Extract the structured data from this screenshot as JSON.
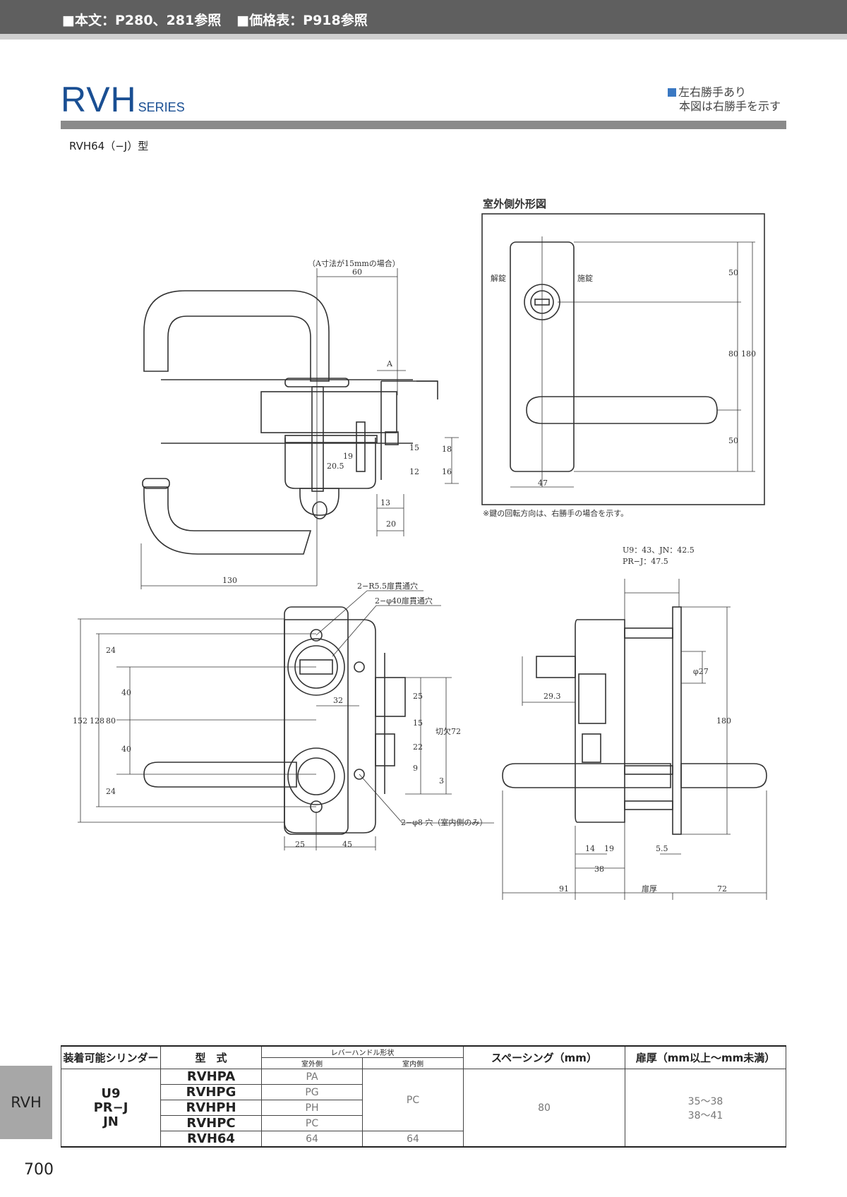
{
  "header": {
    "ref_text": "■本文：P280、281参照",
    "price_text": "■価格表：P918参照"
  },
  "series": {
    "name": "RVH",
    "suffix": "SERIES"
  },
  "note_top_right": {
    "line1": "左右勝手あり",
    "line2": "本図は右勝手を示す"
  },
  "model_label": "RVH64（−J）型",
  "drawing": {
    "outer_view_title": "室外側外形図",
    "a_note": "（A寸法が15mmの場合）",
    "unlock_label": "解錠",
    "lock_label": "施錠",
    "footnote": "※鍵の回転方向は、右勝手の場合を示す。",
    "cyl_dims_line1": "U9：43、JN：42.5",
    "cyl_dims_line2": "PR−J：47.5",
    "callout_r55": "2−R5.5扉貫通穴",
    "callout_phi40": "2−φ40扉貫通穴",
    "callout_phi8": "2−φ8 穴（室内側のみ）",
    "dim_a": "A",
    "dims": {
      "d60": "60",
      "d130": "130",
      "d13": "13",
      "d20": "20",
      "d18": "18",
      "d16": "16",
      "d15": "15",
      "d12": "12",
      "d19": "19",
      "d205": "20.5",
      "d50a": "50",
      "d80r": "80",
      "d180r": "180",
      "d50b": "50",
      "d47": "47",
      "d152": "152",
      "d128": "128",
      "d80l": "80",
      "d24a": "24",
      "d40a": "40",
      "d40b": "40",
      "d24b": "24",
      "d32": "32",
      "d25a": "25",
      "d15b": "15",
      "d22": "22",
      "d9": "9",
      "d3": "3",
      "kirikaki": "切欠72",
      "d25b": "25",
      "d45": "45",
      "d293": "29.3",
      "d27": "φ27",
      "d180s": "180",
      "d14": "14",
      "d19b": "19",
      "d38": "38",
      "d55": "5.5",
      "d91": "91",
      "door_thickness": "扉厚",
      "d72": "72"
    }
  },
  "table": {
    "headers": {
      "cylinder": "装着可能シリンダー",
      "model": "型　式",
      "lever": "レバーハンドル形状",
      "outer": "室外側",
      "inner": "室内側",
      "spacing": "スペーシング（mm）",
      "thickness": "扉厚（mm以上〜mm未満）"
    },
    "cylinders": [
      "U9",
      "PR−J",
      "JN"
    ],
    "rows": [
      {
        "model": "RVHPA",
        "outer": "PA"
      },
      {
        "model": "RVHPG",
        "outer": "PG"
      },
      {
        "model": "RVHPH",
        "outer": "PH"
      },
      {
        "model": "RVHPC",
        "outer": "PC"
      },
      {
        "model": "RVH64",
        "outer": "64",
        "inner": "64"
      }
    ],
    "inner_shared": "PC",
    "spacing": "80",
    "thickness_1": "35〜38",
    "thickness_2": "38〜41"
  },
  "side_tab": "RVH",
  "page_number": "700"
}
